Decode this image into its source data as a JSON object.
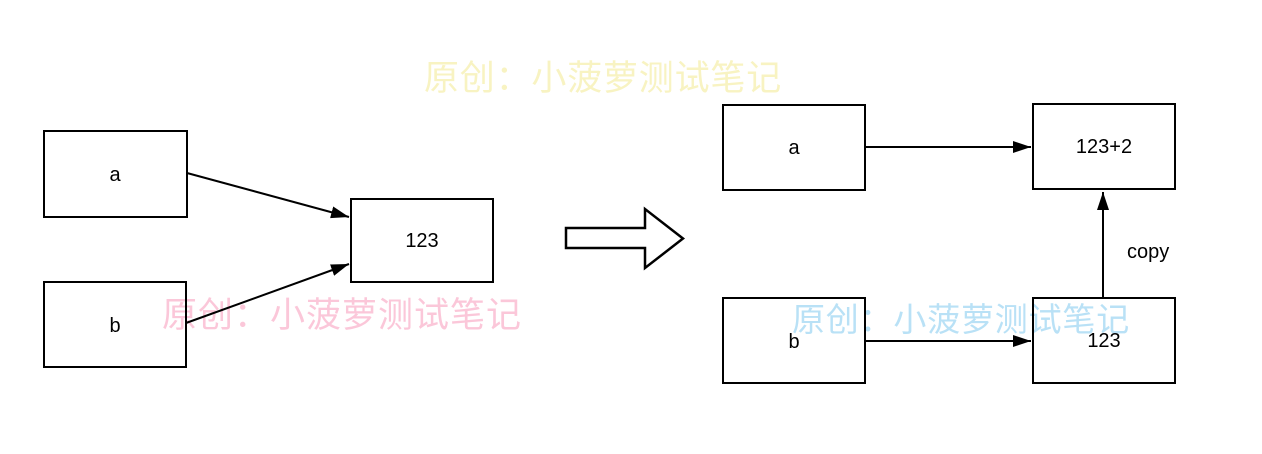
{
  "page": {
    "background": "#ffffff"
  },
  "watermarks": {
    "top": {
      "text": "原创：小菠萝测试笔记",
      "color": "#f8f3c2"
    },
    "bottom_left": {
      "text": "原创：小菠萝测试笔记",
      "color": "#fbc7d9"
    },
    "bottom_right": {
      "text": "原创：小菠萝测试笔记",
      "color": "#b9e1f6"
    }
  },
  "diagram": {
    "stroke_color": "#000000",
    "before": {
      "node_a": "a",
      "node_b": "b",
      "node_result": "123"
    },
    "icons": {
      "transform": "block-arrow-right-icon"
    },
    "after": {
      "node_a": "a",
      "node_b": "b",
      "node_sum": "123+2",
      "node_result": "123",
      "edge_copy_label": "copy"
    }
  }
}
